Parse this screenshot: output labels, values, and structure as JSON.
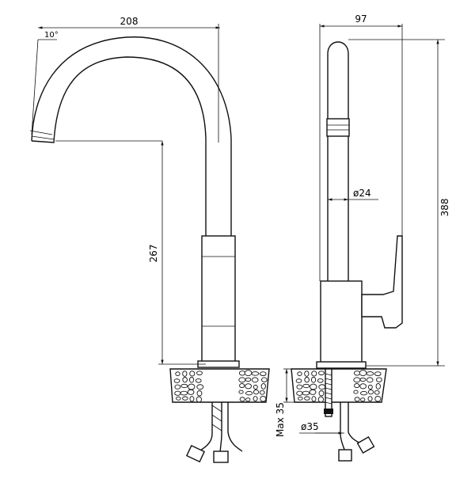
{
  "dimensions": {
    "spout_reach": "208",
    "spout_angle": "10°",
    "spout_height": "267",
    "side_depth": "97",
    "total_height": "388",
    "spout_diameter": "ø24",
    "hole_diameter": "ø35",
    "max_thickness": "Max 35"
  },
  "colors": {
    "line": "#111111",
    "background": "#ffffff"
  }
}
